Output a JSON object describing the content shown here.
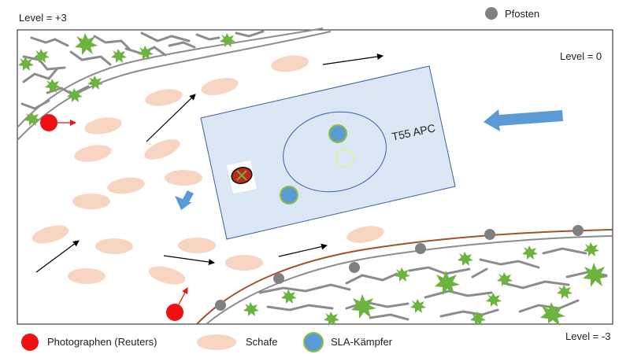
{
  "labels": {
    "level_top_left": "Level = +3",
    "level_right": "Level = 0",
    "level_bottom_right": "Level = -3",
    "apc_label": "T55 APC",
    "post_legend": "Pfosten"
  },
  "legend": {
    "photographers": "Photographen (Reuters)",
    "sheep": "Schafe",
    "fighters": "SLA-Kämpfer"
  },
  "colors": {
    "photographer": "#ee1111",
    "sheep": "#f8d5c2",
    "fighter": "#5b9bd5",
    "fighter_outline": "#8fbf3f",
    "apc_fill": "#dbe7f5",
    "apc_stroke": "#3b5ea8",
    "big_arrow": "#5b9bd5",
    "post": "#808080",
    "fence": "#a0522d",
    "vegetation": "#6db33f",
    "rocks": "#8c8c8c"
  }
}
